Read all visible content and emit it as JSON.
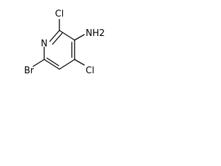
{
  "molecule": {
    "atoms": {
      "n": "N",
      "cl2": "Cl",
      "nh2": "NH2",
      "cl4": "Cl",
      "br": "Br"
    }
  },
  "colors": {
    "background": "#ffffff",
    "ink": "#000000"
  }
}
